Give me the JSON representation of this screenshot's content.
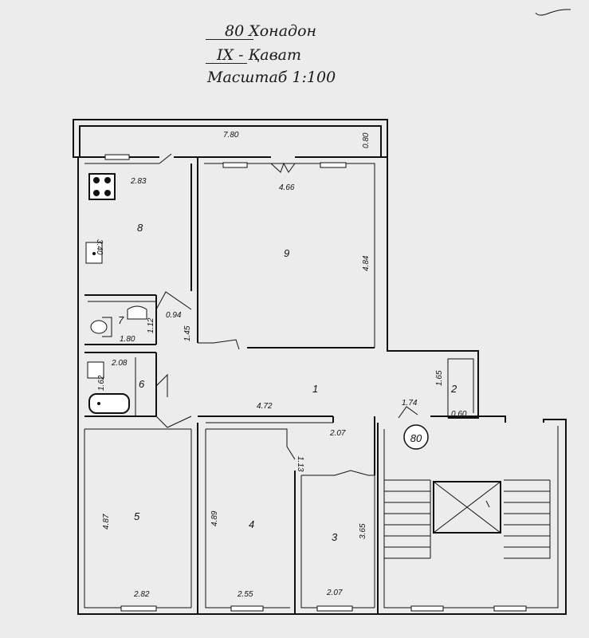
{
  "header": {
    "apartment": "80 Хонадон",
    "floor": "IX - Қават",
    "scale": "Масштаб 1:100"
  },
  "apartment_marker": "80",
  "dimensions": {
    "balcony_length": "7.80",
    "balcony_depth": "0.80",
    "kitchen_window": "2.83",
    "kitchen_height": "3.40",
    "room9_width": "4.66",
    "room9_height": "4.84",
    "toilet_width": "1.80",
    "toilet_height": "1.12",
    "corridor_small": "0.94",
    "corridor_side": "1.45",
    "bath_width": "2.08",
    "bath_height": "1.62",
    "hall_length": "4.72",
    "hall_right": "2.07",
    "room2_height": "1.65",
    "entry_door": "1.74",
    "room2_width": "0.60",
    "door_small": "1.13",
    "room5_height": "4.87",
    "room5_width": "2.82",
    "room4_height": "4.89",
    "room4_width": "2.55",
    "room3_height": "3.65",
    "room3_width": "2.07"
  },
  "rooms": {
    "r1": "1",
    "r2": "2",
    "r3": "3",
    "r4": "4",
    "r5": "5",
    "r6": "6",
    "r7": "7",
    "r8": "8",
    "r9": "9"
  }
}
